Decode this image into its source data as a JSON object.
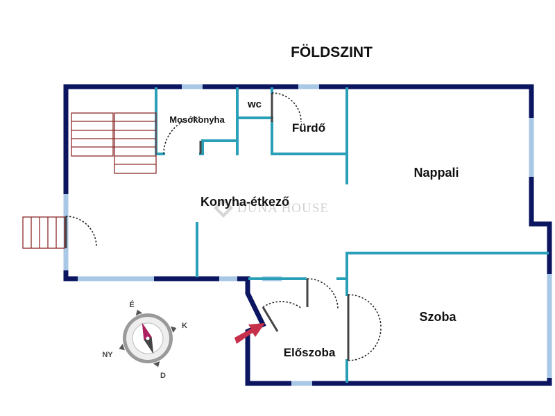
{
  "title": "FÖLDSZINT",
  "rooms": {
    "mosokonyha": "Mosókonyha",
    "wc": "wc",
    "furdo": "Fürdő",
    "nappali": "Nappali",
    "konyha": "Konyha-étkező",
    "szoba": "Szoba",
    "eloszoba": "Előszoba"
  },
  "watermark": "DUNA HOUSE",
  "compass": {
    "north": "É",
    "east": "K",
    "south": "D",
    "west": "NY"
  },
  "colors": {
    "outer_wall": "#0b1560",
    "inner_wall": "#2aa0b8",
    "window": "#a8c8e6",
    "stairs": "#8b2a2a",
    "arrow": "#c6304a",
    "door": "#222222"
  }
}
